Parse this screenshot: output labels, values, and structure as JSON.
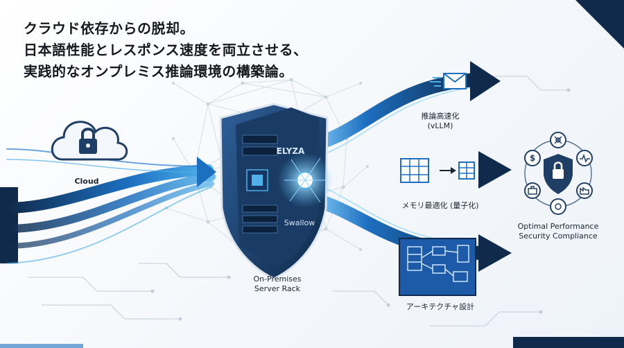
{
  "headline": {
    "line1": "クラウド依存からの脱却。",
    "line2": "日本語性能とレスポンス速度を両立させる、",
    "line3": "実践的なオンプレミス推論環境の構築論。"
  },
  "cloud": {
    "label": "Cloud",
    "icon": "cloud-lock-icon"
  },
  "server": {
    "top_label": "ELYZA",
    "bottom_label": "Swallow",
    "caption_line1": "On-Premises",
    "caption_line2": "Server Rack",
    "icon": "shield-server-icon"
  },
  "outputs": [
    {
      "label_line1": "推論高速化",
      "label_line2": "(vLLM)",
      "icon": "envelope-icon"
    },
    {
      "label_line1": "メモリ最適化 (量子化)",
      "label_line2": "",
      "icon": "memory-blocks-icon"
    },
    {
      "label_line1": "アーキテクチャ設計",
      "label_line2": "",
      "icon": "architecture-diagram-icon"
    }
  ],
  "result": {
    "label_line1": "Optimal Performance",
    "label_line2": "Security Compliance",
    "icon": "security-hub-icon",
    "satellite_icons": [
      "dollar-icon",
      "network-icon",
      "heartbeat-icon",
      "factory-icon",
      "gear-icon",
      "briefcase-icon"
    ]
  },
  "colors": {
    "navy": "#0f2a4a",
    "blue": "#1d6fc0",
    "light_blue": "#4fb0ea",
    "glow": "#8fd6ff"
  }
}
